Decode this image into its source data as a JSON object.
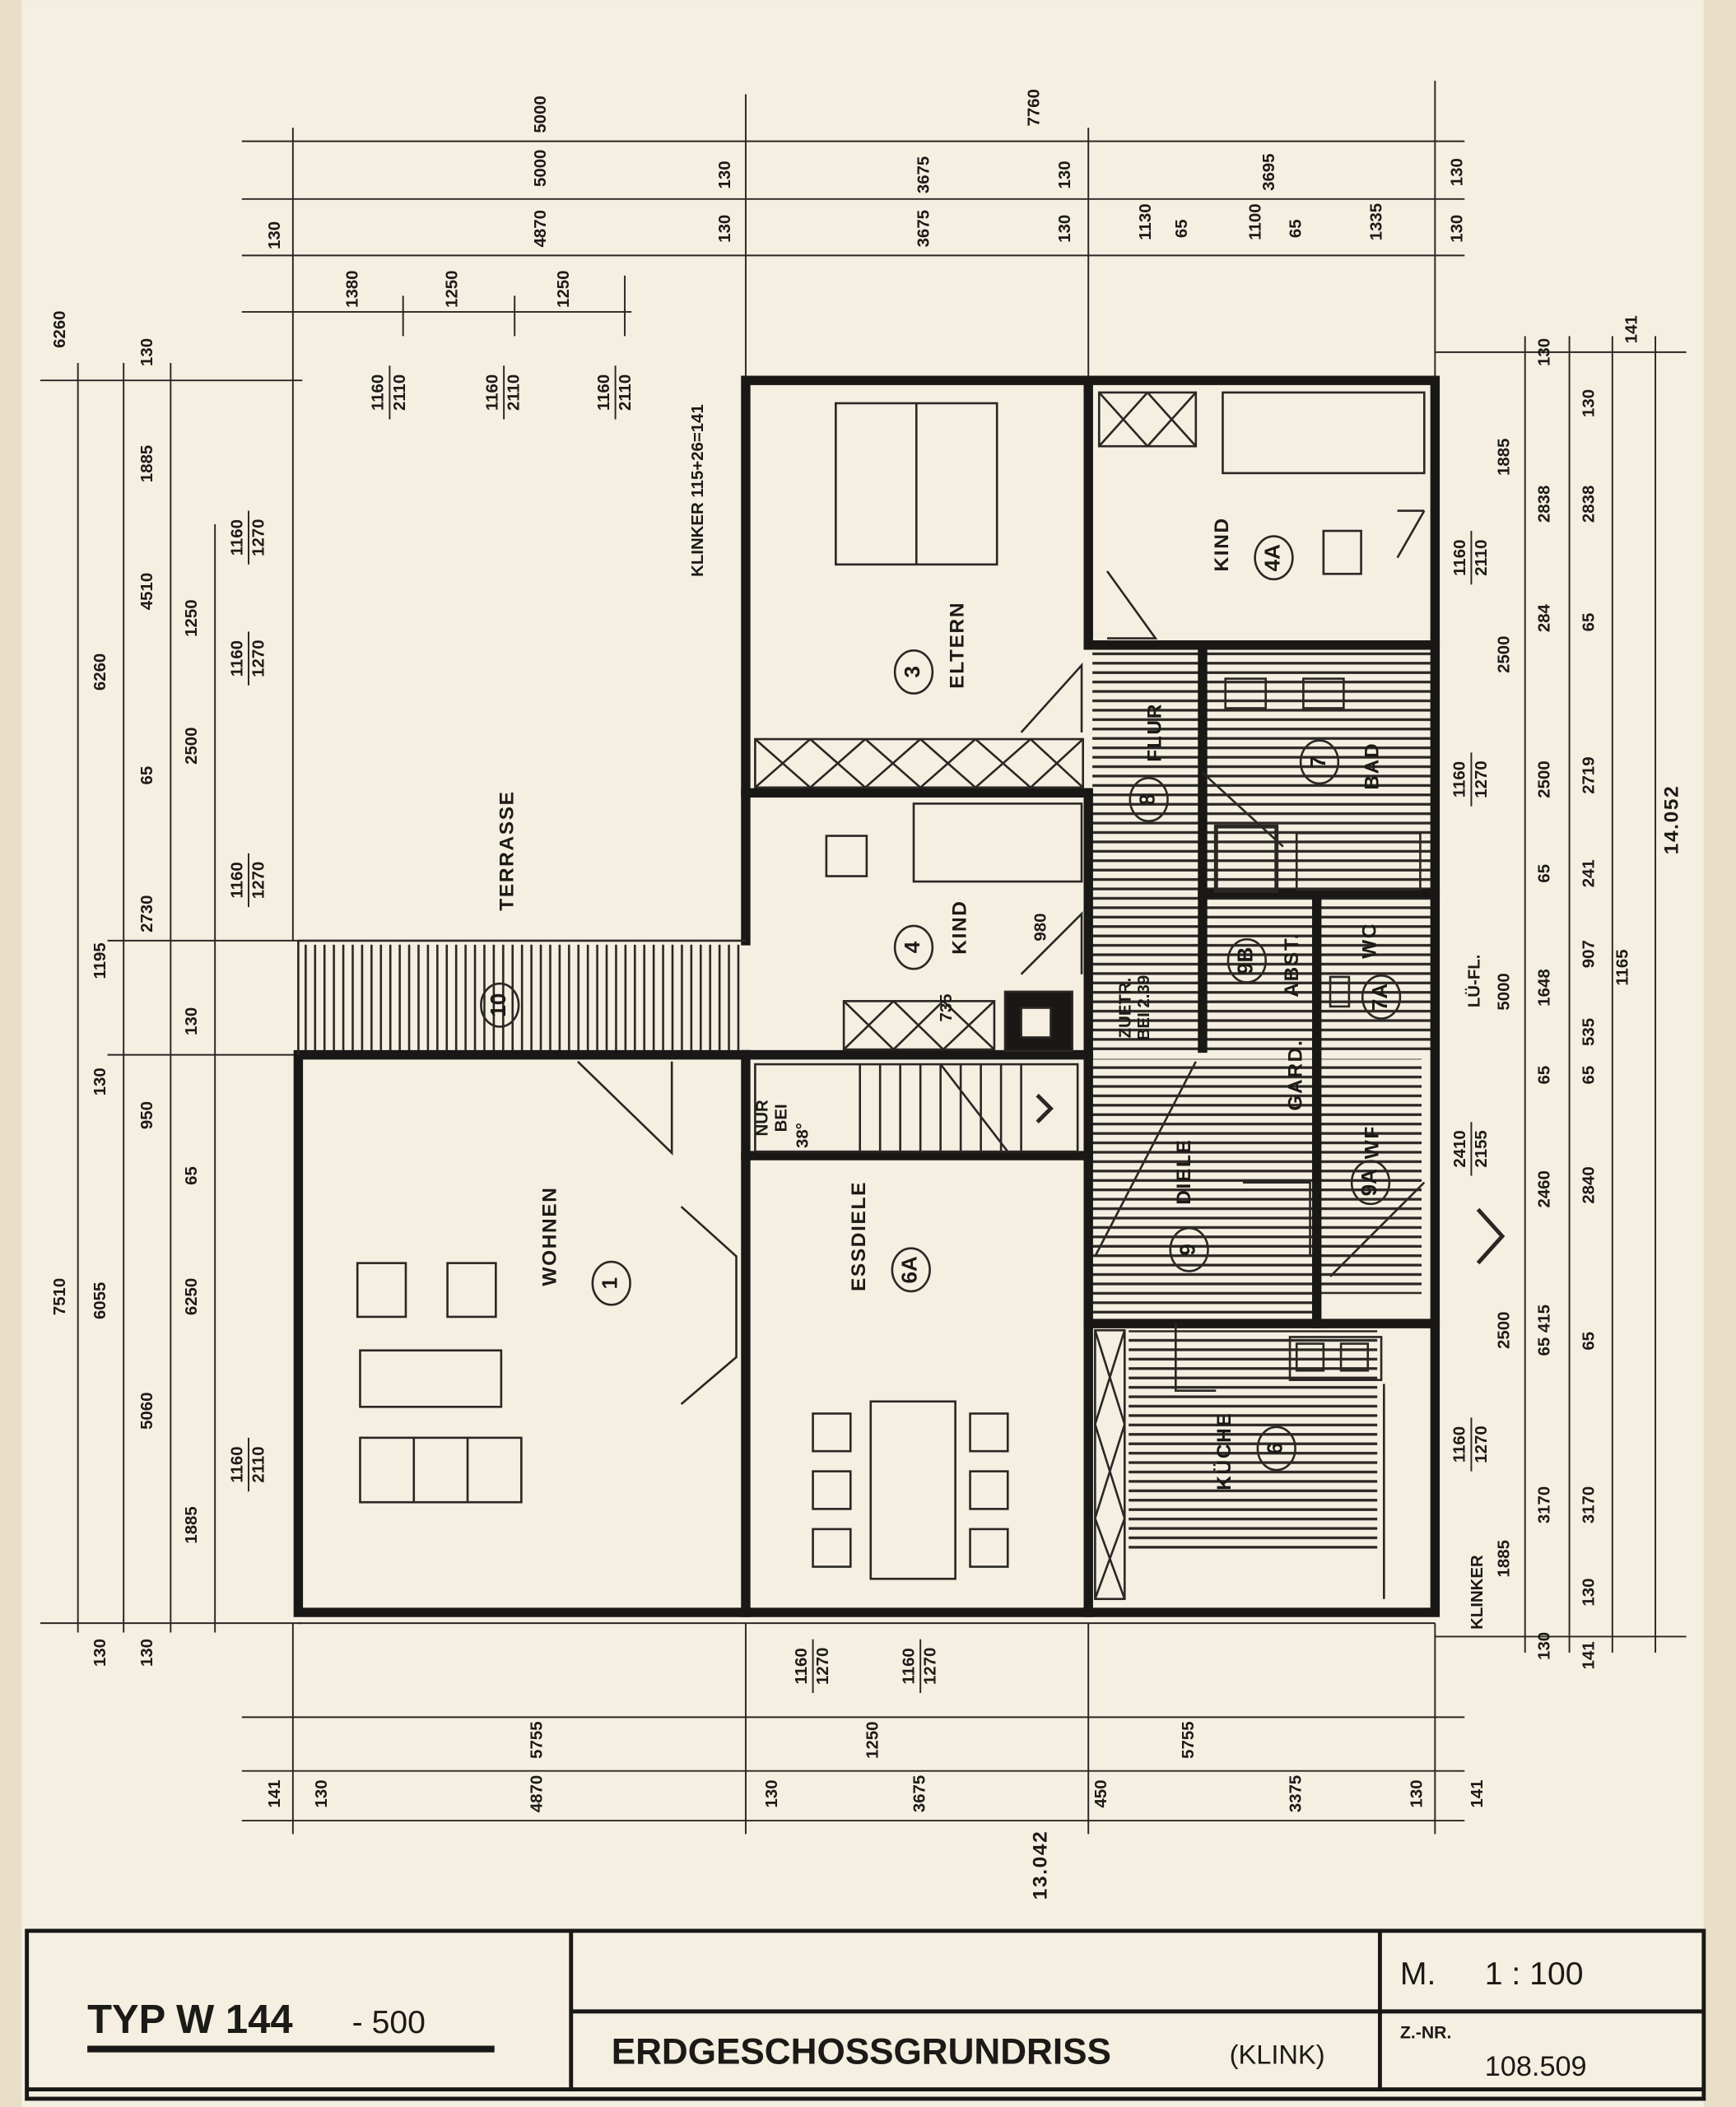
{
  "title_block": {
    "type": "TYP  W 144",
    "type_suffix": "- 500",
    "drawing_title": "ERDGESCHOSSGRUNDRISS",
    "drawing_title_suffix": "(KLINK)",
    "scale_label": "M.",
    "scale_value": "1 : 100",
    "drawing_number_label": "Z.-NR.",
    "drawing_number": "108.509"
  },
  "rooms": {
    "terrace": "TERRASSE",
    "terrace_num": "10",
    "living": "WOHNEN",
    "living_num": "1",
    "dining": "ESSDIELE",
    "dining_num": "6A",
    "parents": "ELTERN",
    "parents_num": "3",
    "child": "KIND",
    "child_num": "4",
    "child2": "KIND",
    "child2_num": "4A",
    "hall": "FLUR",
    "hall_num": "8",
    "bath": "BAD",
    "bath_num": "7",
    "storage": "ABST.",
    "storage_num": "9B",
    "wc": "WC",
    "wc_num": "7A",
    "wardrobe": "GARD.",
    "entry": "DIELE",
    "entry_num": "9",
    "utility": "WF",
    "utility_num": "9A",
    "kitchen": "KÜCHE",
    "kitchen_num": "6"
  },
  "annotations": {
    "klinker_top": "KLINKER 115+26=141",
    "klinker_bottom": "KLINKER",
    "luefl": "LÜ-FL.",
    "stair_note_1": "NUR",
    "stair_note_2": "BEI",
    "stair_note_3": "38°",
    "access_note_1": "ZUETR.",
    "access_note_2": "BEI 2.39",
    "d980": "980",
    "d735": "735",
    "overall_width": "13.042",
    "overall_depth": "14.052"
  },
  "dimensions": {
    "top": [
      "5000",
      "5000",
      "7760",
      "4870",
      "130",
      "130",
      "130",
      "3675",
      "3675",
      "130",
      "130",
      "3695",
      "1130",
      "65",
      "1100",
      "65",
      "1335",
      "130",
      "130",
      "1380",
      "1250",
      "1250"
    ],
    "top_fractions": [
      [
        "1160",
        "2110"
      ],
      [
        "1160",
        "2110"
      ],
      [
        "1160",
        "2110"
      ]
    ],
    "left": [
      "6260",
      "7510",
      "6260",
      "1195",
      "130",
      "6055",
      "130",
      "130",
      "1885",
      "4510",
      "65",
      "2730",
      "950",
      "5060",
      "130",
      "1250",
      "2500",
      "130",
      "65",
      "6250",
      "1885"
    ],
    "left_fractions": [
      [
        "1160",
        "1270"
      ],
      [
        "1160",
        "1270"
      ],
      [
        "1160",
        "1270"
      ],
      [
        "1160",
        "2110"
      ]
    ],
    "right": [
      "1885",
      "2500",
      "5000",
      "2500",
      "1885",
      "130",
      "2838",
      "284",
      "2500",
      "65",
      "1648",
      "65",
      "2460",
      "65 415",
      "3170",
      "130",
      "130",
      "2838",
      "65",
      "2719",
      "241",
      "907",
      "535",
      "65",
      "2840",
      "65",
      "3170",
      "130",
      "141",
      "141",
      "1165"
    ],
    "right_fractions": [
      [
        "1160",
        "2110"
      ],
      [
        "1160",
        "1270"
      ],
      [
        "2410",
        "2155"
      ],
      [
        "1160",
        "1270"
      ]
    ],
    "bottom": [
      "5755",
      "1250",
      "5755",
      "141",
      "130",
      "4870",
      "130",
      "3675",
      "450",
      "3375",
      "130",
      "141"
    ],
    "bottom_fractions": [
      [
        "1160",
        "1270"
      ],
      [
        "1160",
        "1270"
      ]
    ]
  }
}
